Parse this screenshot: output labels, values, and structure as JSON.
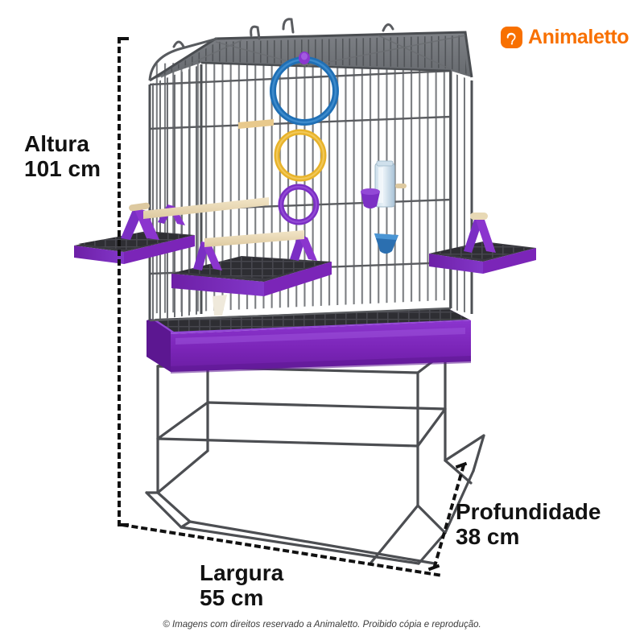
{
  "brand": {
    "name": "Animaletto",
    "icon": "pet-paw-icon",
    "color": "#F87000"
  },
  "dimensions": {
    "height": {
      "label": "Altura",
      "value": "101 cm",
      "text": "Altura\n101 cm"
    },
    "width": {
      "label": "Largura",
      "value": "55 cm",
      "text": "Largura\n55 cm"
    },
    "depth": {
      "label": "Profundidade",
      "value": "38 cm",
      "text": "Profundidade\n38 cm"
    }
  },
  "product": {
    "name": "bird-cage-with-stand",
    "colors": {
      "tray_purple": "#7B25B8",
      "accent_purple": "#7B2FC4",
      "wire_gray": "#5a5c60",
      "grid_dark": "#2b2b30",
      "perch_wood": "#e8d9b5",
      "ring_blue": "#1f6fb5",
      "ring_yellow": "#e8b32a",
      "ring_purple": "#7B2FC4",
      "feeder_blue": "#2b6fb0",
      "bottle_blue": "#bcd4e6"
    },
    "parts": [
      "cage-top-grill",
      "cage-wire-bars",
      "blue-ring-toy",
      "yellow-ring-toy",
      "purple-ring-toy",
      "water-bottle-dispenser",
      "blue-feeder-cup",
      "wooden-perch",
      "left-outer-platform",
      "right-outer-platform",
      "inner-platform",
      "purple-bottom-tray",
      "wire-stand"
    ]
  },
  "footer": {
    "copyright": "© Imagens com direitos reservado a Animaletto. Proibido cópia e reprodução."
  }
}
